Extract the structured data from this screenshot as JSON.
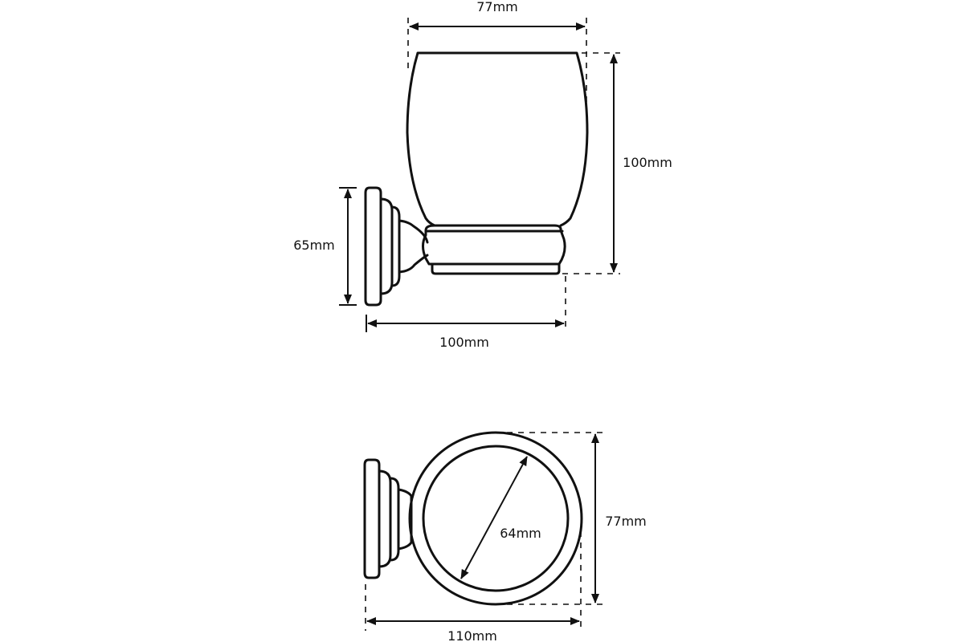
{
  "side_view": {
    "width_label": "77mm",
    "height_label": "100mm",
    "bracket_height_label": "65mm",
    "depth_label": "100mm"
  },
  "top_view": {
    "inner_diameter_label": "64mm",
    "outer_diameter_label": "77mm",
    "depth_label": "110mm"
  },
  "colors": {
    "line": "#111111",
    "background": "#ffffff"
  }
}
